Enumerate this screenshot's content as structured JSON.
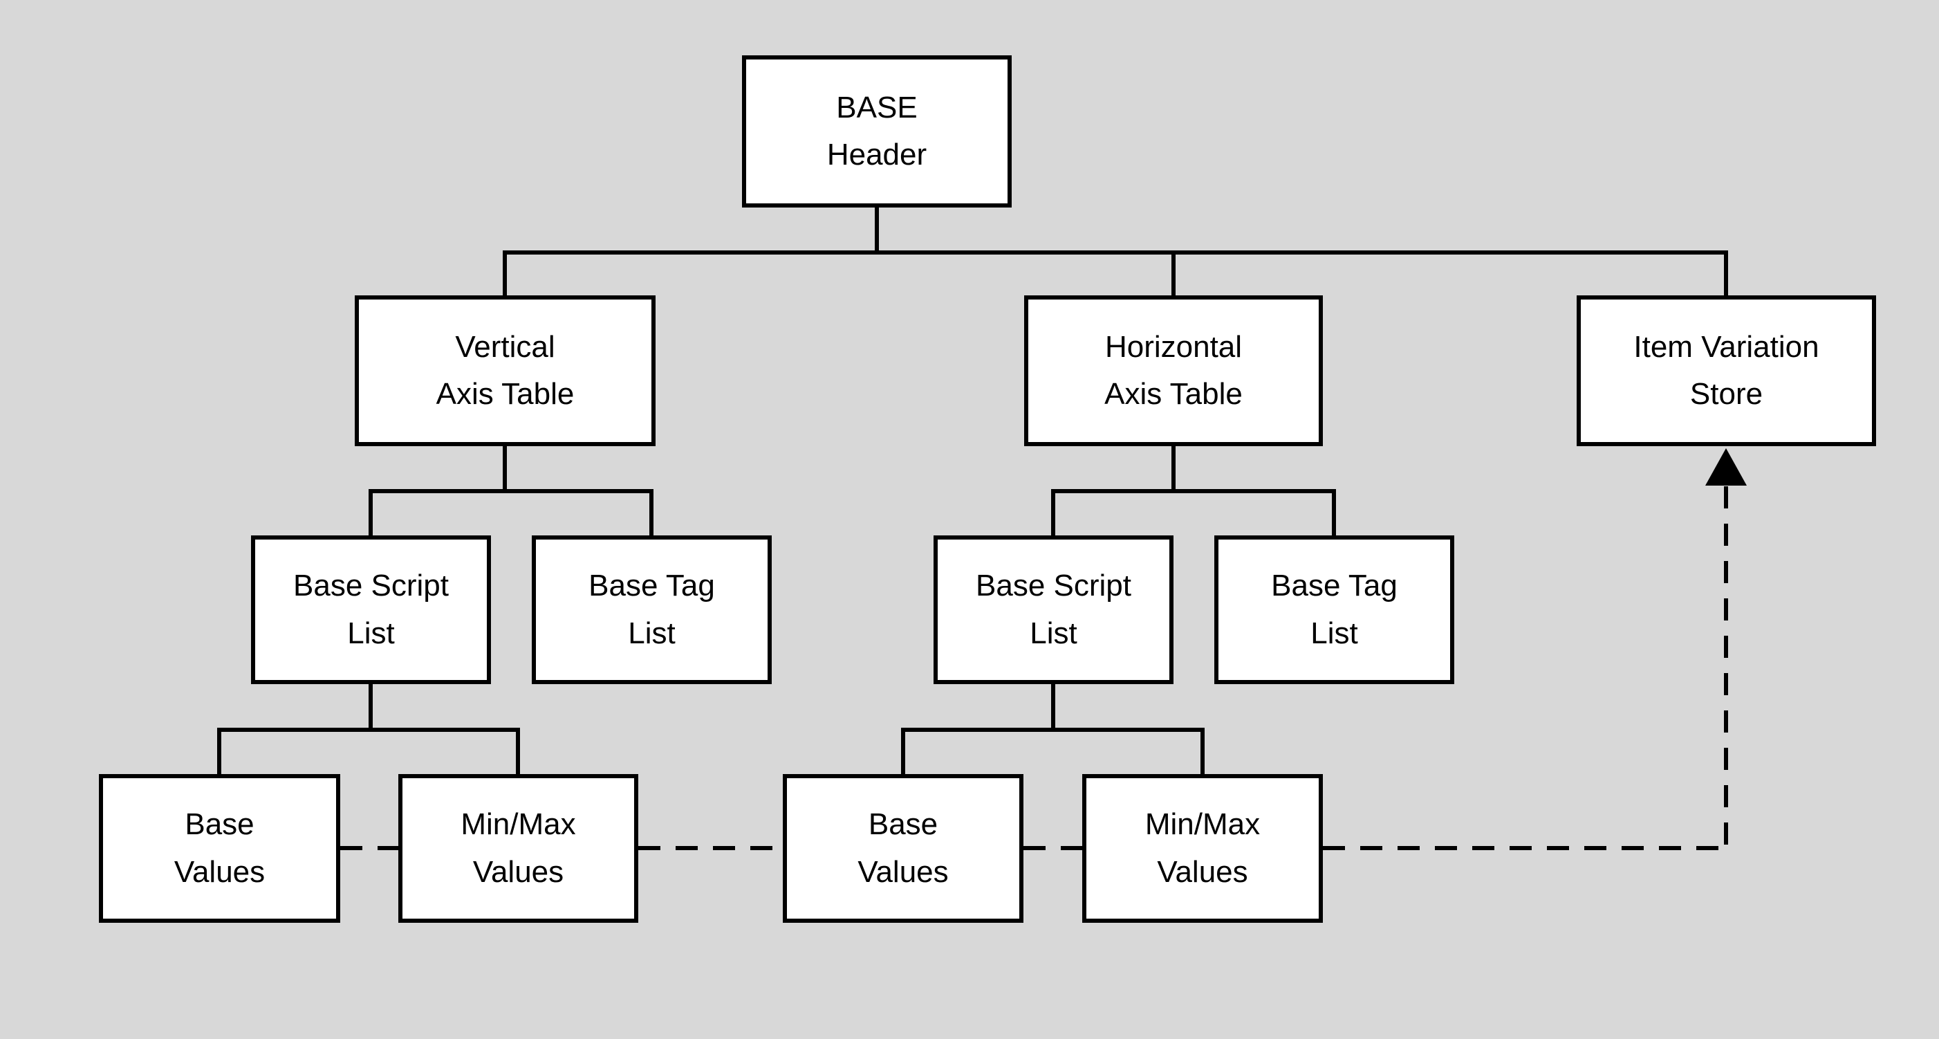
{
  "diagram": {
    "title": "BASE table structure diagram",
    "colors": {
      "background": "#d8d8d8",
      "box_fill": "#ffffff",
      "box_border": "#000000",
      "connector": "#000000",
      "text": "#000000"
    },
    "nodes": {
      "base_header": {
        "line1": "BASE",
        "line2": "Header"
      },
      "vertical_axis_table": {
        "line1": "Vertical",
        "line2": "Axis Table"
      },
      "horizontal_axis_table": {
        "line1": "Horizontal",
        "line2": "Axis Table"
      },
      "item_variation_store": {
        "line1": "Item Variation",
        "line2": "Store"
      },
      "base_script_list_left": {
        "line1": "Base Script",
        "line2": "List"
      },
      "base_tag_list_left": {
        "line1": "Base Tag",
        "line2": "List"
      },
      "base_script_list_right": {
        "line1": "Base Script",
        "line2": "List"
      },
      "base_tag_list_right": {
        "line1": "Base Tag",
        "line2": "List"
      },
      "base_values_left": {
        "line1": "Base",
        "line2": "Values"
      },
      "minmax_values_left": {
        "line1": "Min/Max",
        "line2": "Values"
      },
      "base_values_right": {
        "line1": "Base",
        "line2": "Values"
      },
      "minmax_values_right": {
        "line1": "Min/Max",
        "line2": "Values"
      }
    },
    "edges": {
      "solid": "parent-child hierarchy lines",
      "dashed": "value boxes feed Item Variation Store (arrow up)"
    }
  }
}
